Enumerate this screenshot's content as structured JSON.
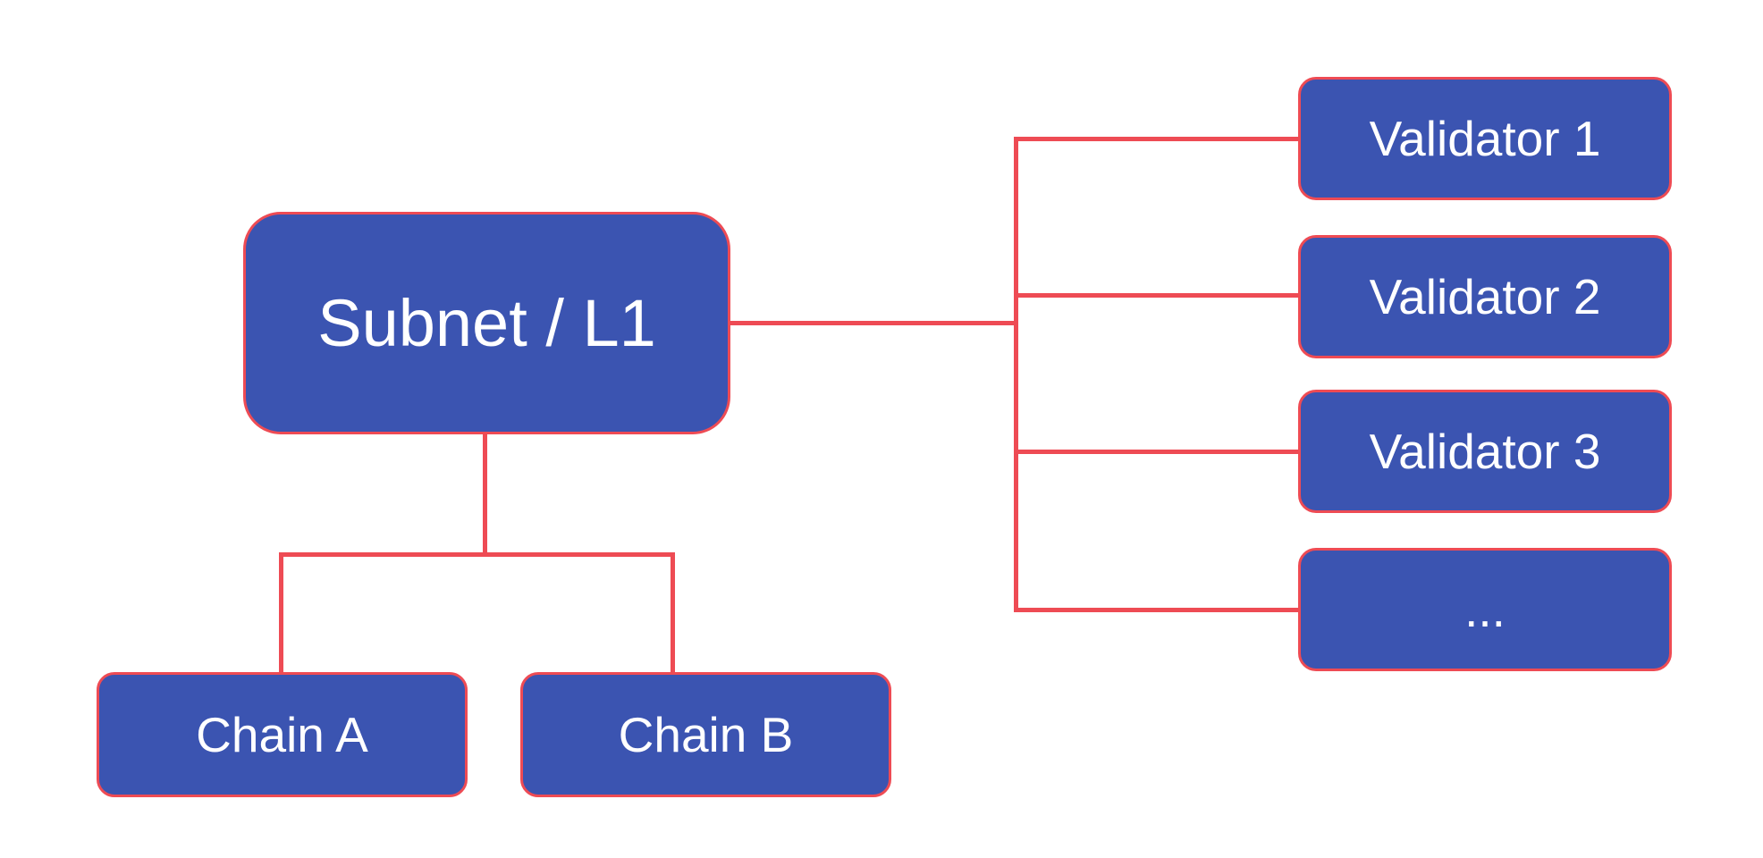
{
  "diagram": {
    "type": "network-topology",
    "nodes": {
      "subnet": {
        "label": "Subnet / L1"
      },
      "chain_a": {
        "label": "Chain A"
      },
      "chain_b": {
        "label": "Chain B"
      },
      "validator_1": {
        "label": "Validator 1"
      },
      "validator_2": {
        "label": "Validator 2"
      },
      "validator_3": {
        "label": "Validator 3"
      },
      "validator_more": {
        "label": "..."
      }
    },
    "edges": [
      {
        "from": "subnet",
        "to": "chain_a"
      },
      {
        "from": "subnet",
        "to": "chain_b"
      },
      {
        "from": "subnet",
        "to": "validator_1"
      },
      {
        "from": "subnet",
        "to": "validator_2"
      },
      {
        "from": "subnet",
        "to": "validator_3"
      },
      {
        "from": "subnet",
        "to": "validator_more"
      }
    ],
    "colors": {
      "node_fill": "#3b54b1",
      "accent_red": "#ee4b54",
      "text": "#ffffff",
      "background": "#ffffff"
    }
  }
}
